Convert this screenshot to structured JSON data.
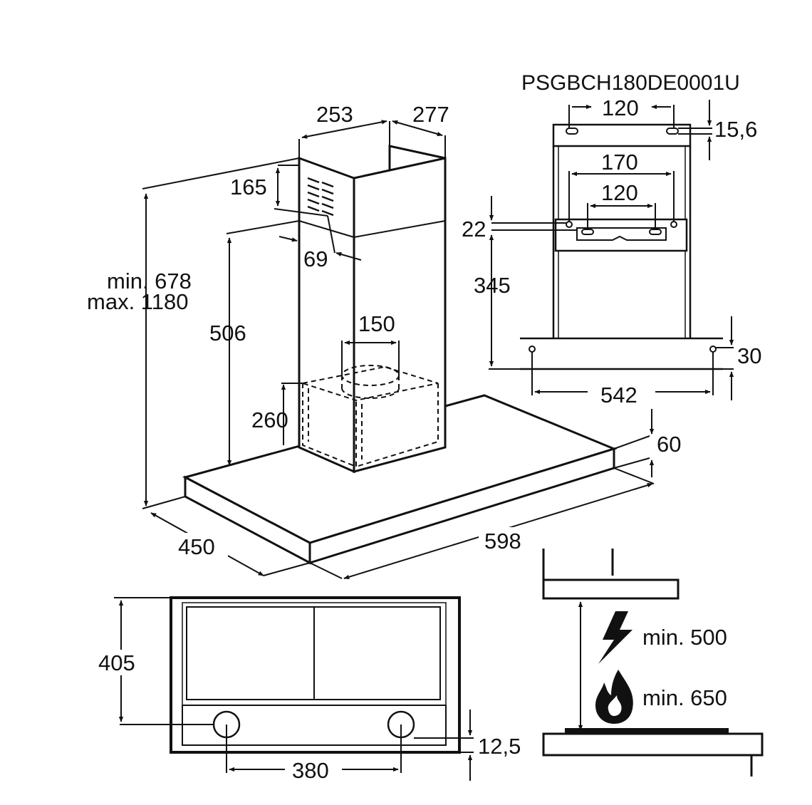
{
  "model_code": "PSGBCH180DE0001U",
  "hood": {
    "duct_width": "253",
    "duct_depth": "277",
    "vent_offset": "165",
    "duct_inset": "69",
    "height_min": "min. 678",
    "height_max": "max. 1180",
    "upper_height": "506",
    "outlet_diameter": "150",
    "box_height": "260",
    "canopy_thickness": "60",
    "depth": "450",
    "width": "598"
  },
  "bracket": {
    "top_hole_spacing": "120",
    "top_hole_offset": "15,6",
    "outer_hole_spacing": "170",
    "inner_hole_spacing": "120",
    "hole_offset": "22",
    "bracket_to_bottom": "345",
    "bottom_offset": "30",
    "bottom_hole_spacing": "542"
  },
  "bottom_view": {
    "depth": "405",
    "hole_spacing": "380",
    "hole_offset": "12,5"
  },
  "clearance": {
    "electric_min": "min. 500",
    "gas_min": "min. 650",
    "electric_icon": "lightning-icon",
    "gas_icon": "flame-icon"
  }
}
